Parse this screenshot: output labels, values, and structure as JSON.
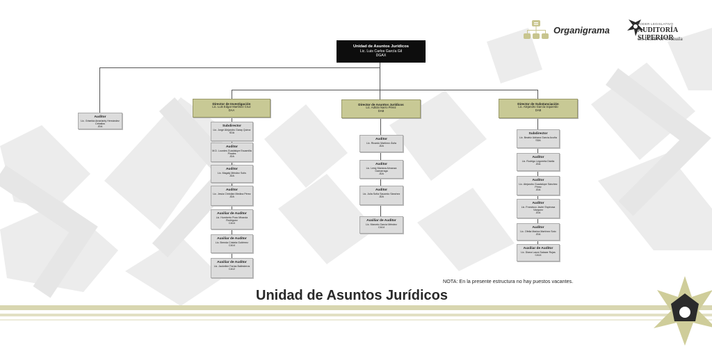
{
  "logo": {
    "organigrama_label": "Organigrama",
    "asec_top": "PODER LEGISLATIVO",
    "asec_mid": "AUDITORÍA SUPERIOR",
    "asec_bottom": "del Estado de Coahuila"
  },
  "colors": {
    "head_box": "#0d0d0d",
    "director_box": "#c8c995",
    "staff_box": "#dcdcdc",
    "footer_band": "#d8d6b0",
    "background_shapes": "#e9e9e9"
  },
  "chart": {
    "head": {
      "title": "Unidad de Asuntos Jurídicos",
      "name": "Lic. Luis Carlos García Gil",
      "code": "DGAX"
    },
    "side_auditor": {
      "title": "Auditor",
      "name": "Lic. Griselda Amarianty Hernández Ceballos",
      "code": "JDA"
    },
    "directors": [
      {
        "title": "Director de Investigación",
        "name": "Lic. Luis Edgar Martínez Cruz",
        "code": "DAA"
      },
      {
        "title": "Director de Asuntos Jurídicos",
        "name": "Lic. Adrián Narro Pérez",
        "code": "DAB"
      },
      {
        "title": "Director de Substanciación",
        "name": "Lic. Alejandro García Izquierdo",
        "code": "DAB"
      }
    ],
    "col1": [
      {
        "title": "Subdirector",
        "name": "Lic. Jorge Alejandro Garay Quiroz",
        "code": "SDA"
      },
      {
        "title": "Auditor",
        "name": "M.D. Lourdes Guadalupe Escamilla Pinales",
        "code": "JDA"
      },
      {
        "title": "Auditor",
        "name": "Lic. Magaly Méndez Solís",
        "code": "JDA"
      },
      {
        "title": "Auditor",
        "name": "Lic. Jesús Christian Medina Pérez",
        "code": "JDA"
      },
      {
        "title": "Auxiliar de Auditor",
        "name": "Lic. Humberto Pozo Miranda Rodríguez",
        "code": "CA14"
      },
      {
        "title": "Auxiliar de Auditor",
        "name": "Lic. Brenda Cristela Gutiérrez",
        "code": "CA14"
      },
      {
        "title": "Auxiliar de Auditor",
        "name": "Lic. Jackeline Farías Ballesteros",
        "code": "CA12"
      }
    ],
    "col2": [
      {
        "title": "Auditor",
        "name": "Lic. Ricardo Martínez Ávila",
        "code": "JDA"
      },
      {
        "title": "Auditor",
        "name": "Lic. Lesly Mariana Almanza Gamarraga",
        "code": "JDA"
      },
      {
        "title": "Auditor",
        "name": "Lic. Julia Sofía Saucedo Sánchez",
        "code": "JDA"
      },
      {
        "title": "Auxiliar de Auditor",
        "name": "Lic. Marcelo García Méndez",
        "code": "CA14"
      }
    ],
    "col3": [
      {
        "title": "Subdirector",
        "name": "Lic. Beatriz Adriana García Acuña",
        "code": "SDA"
      },
      {
        "title": "Auditor",
        "name": "Lic. Rodrigo Legorreta Dávila",
        "code": "JDA"
      },
      {
        "title": "Auditor",
        "name": "Lic. Alejandro Guadalupe Sánchez Pérez",
        "code": "JDA"
      },
      {
        "title": "Auditor",
        "name": "Lic. Francisco Javier Espinosa Vázquez",
        "code": "JDA"
      },
      {
        "title": "Auditor",
        "name": "Lic. Ofelia Marina Martínez Soto",
        "code": "JDA"
      },
      {
        "title": "Auxiliar de Auditor",
        "name": "Lic. Diana Laura Salazar Rojas",
        "code": "CA14"
      }
    ]
  },
  "note": "NOTA: En la presente estructura no hay puestos vacantes.",
  "footer_title": "Unidad de Asuntos Jurídicos"
}
